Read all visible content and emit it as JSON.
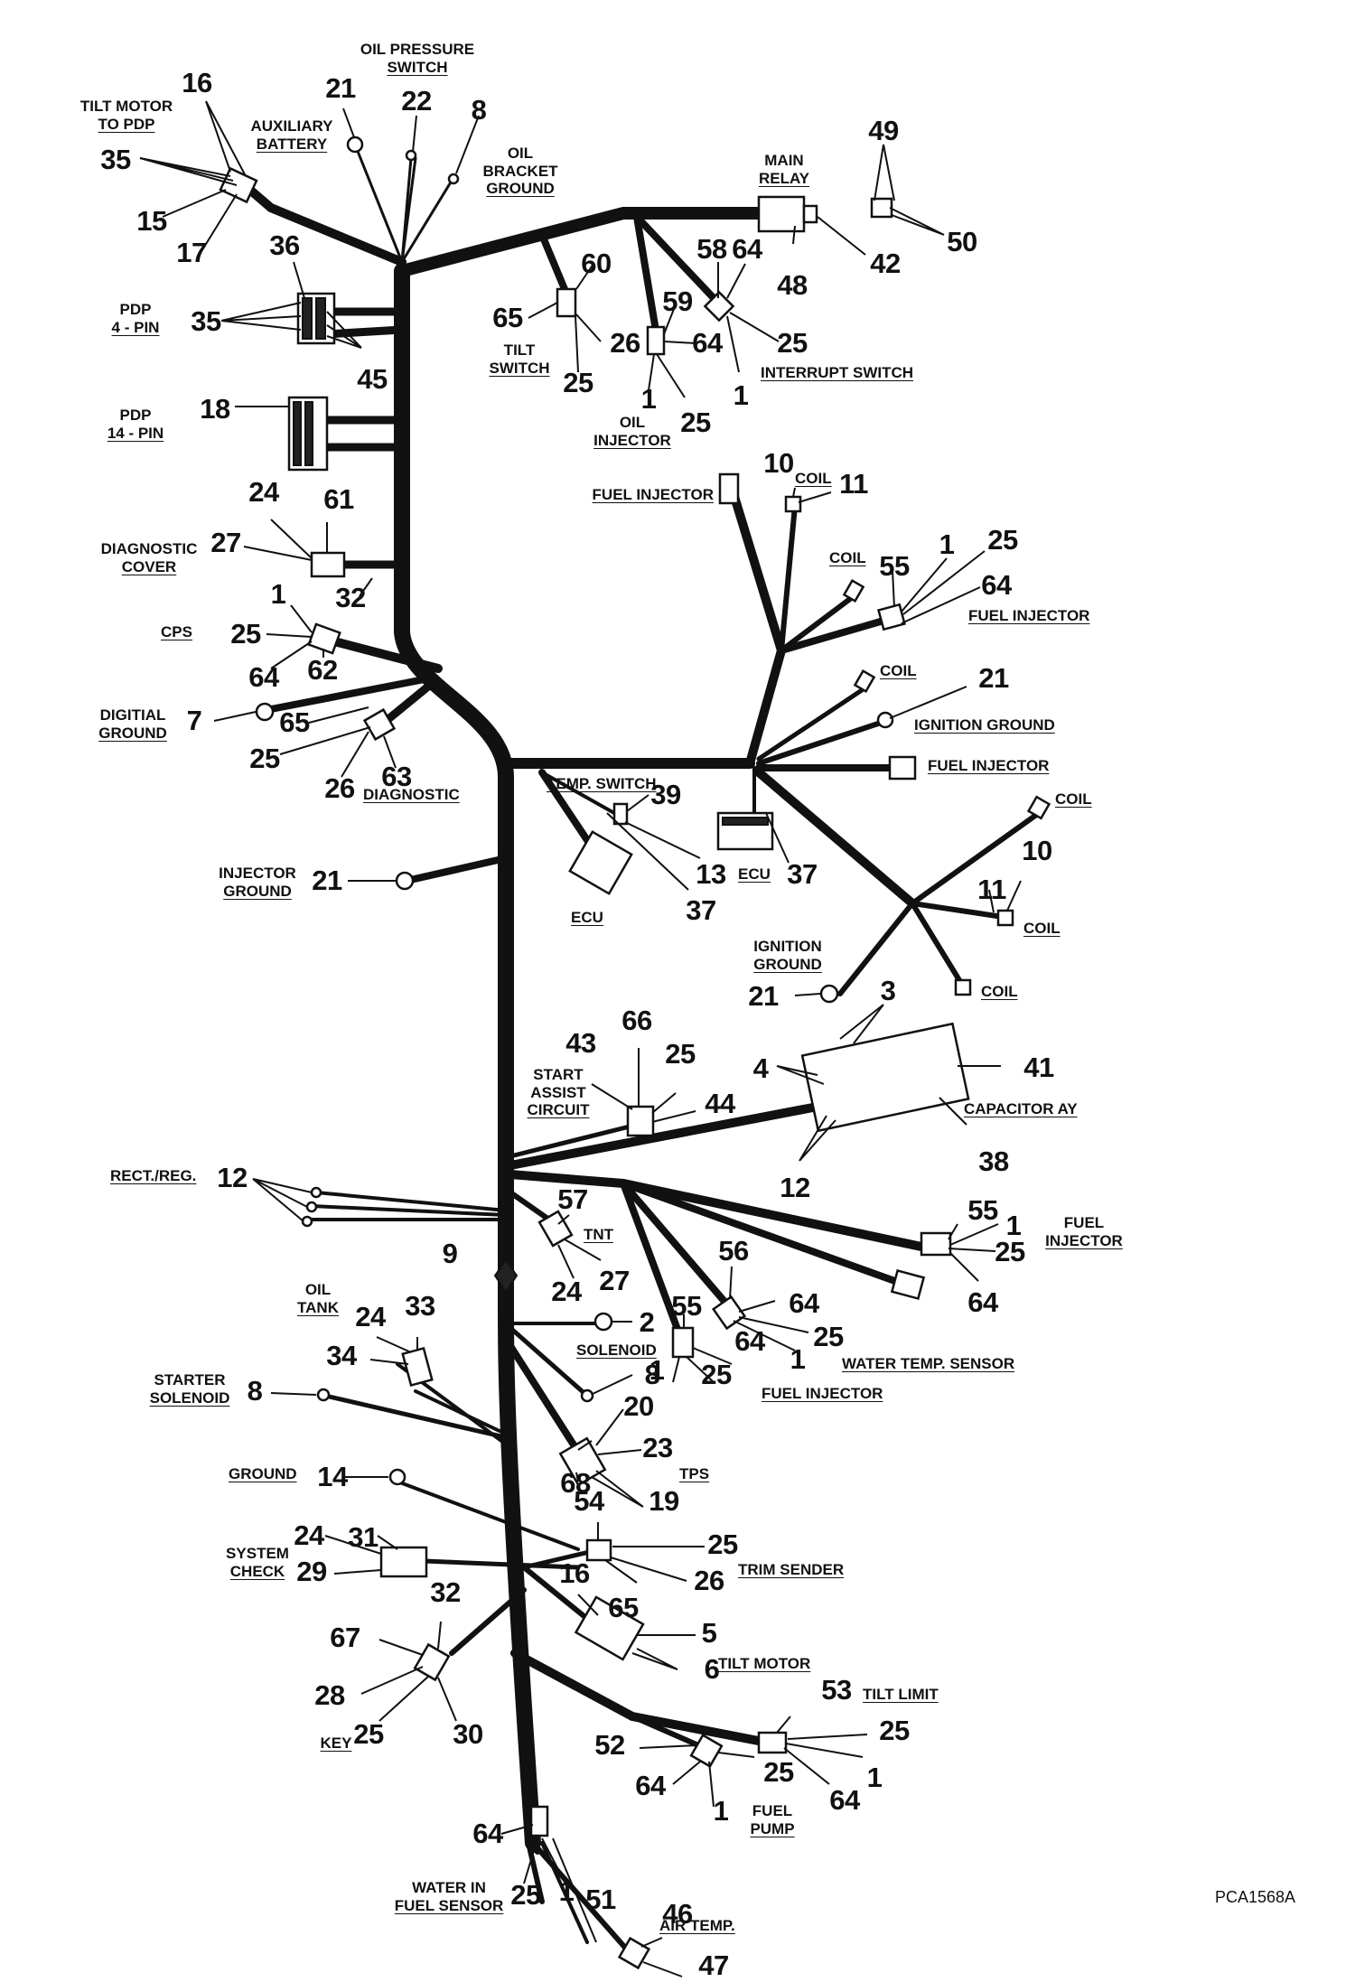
{
  "figure_code": "PCA1568A",
  "component_labels": {
    "tilt_motor_to_pdp": [
      "TILT MOTOR",
      "TO PDP"
    ],
    "oil_pressure_switch": [
      "OIL PRESSURE",
      "SWITCH"
    ],
    "auxiliary_battery": [
      "AUXILIARY",
      "BATTERY"
    ],
    "oil_bracket_ground": [
      "OIL",
      "BRACKET",
      "GROUND"
    ],
    "main_relay": [
      "MAIN",
      "RELAY"
    ],
    "pdp_4_pin": [
      "PDP",
      "4 - PIN"
    ],
    "tilt_switch": [
      "TILT",
      "SWITCH"
    ],
    "interrupt_switch": "INTERRUPT SWITCH",
    "oil_injector": [
      "OIL",
      "INJECTOR"
    ],
    "pdp_14_pin": [
      "PDP",
      "14 - PIN"
    ],
    "fuel_injector_top": "FUEL INJECTOR",
    "coil_1": "COIL",
    "coil_2": "COIL",
    "diagnostic_cover": [
      "DIAGNOSTIC",
      "COVER"
    ],
    "fuel_injector_2": "FUEL INJECTOR",
    "cps": "CPS",
    "coil_3": "COIL",
    "digital_ground": [
      "DIGITIAL",
      "GROUND"
    ],
    "ignition_ground_1": "IGNITION GROUND",
    "fuel_injector_3": "FUEL INJECTOR",
    "diagnostic": "DIAGNOSTIC",
    "temp_switch": "TEMP. SWITCH",
    "coil_4": "COIL",
    "injector_ground": [
      "INJECTOR",
      "GROUND"
    ],
    "ecu_1": "ECU",
    "ecu_2": "ECU",
    "coil_5": "COIL",
    "ignition_ground_2": [
      "IGNITION",
      "GROUND"
    ],
    "coil_6": "COIL",
    "start_assist_circuit": [
      "START",
      "ASSIST",
      "CIRCUIT"
    ],
    "capacitor_ay": "CAPACITOR AY",
    "rect_reg": "RECT./REG.",
    "tnt": "TNT",
    "fuel_injector_4": [
      "FUEL",
      "INJECTOR"
    ],
    "oil_tank": [
      "OIL",
      "TANK"
    ],
    "solenoid": "SOLENOID",
    "water_temp_sensor": "WATER TEMP. SENSOR",
    "starter_solenoid": [
      "STARTER",
      "SOLENOID"
    ],
    "fuel_injector_5": "FUEL INJECTOR",
    "ground": "GROUND",
    "tps": "TPS",
    "system_check": [
      "SYSTEM",
      "CHECK"
    ],
    "trim_sender": "TRIM SENDER",
    "tilt_motor": "TILT MOTOR",
    "key": "KEY",
    "tilt_limit": "TILT LIMIT",
    "fuel_pump": [
      "FUEL",
      "PUMP"
    ],
    "water_in_fuel_sensor": [
      "WATER IN",
      "FUEL SENSOR"
    ],
    "air_temp": "AIR TEMP."
  },
  "callout_numbers": [
    "16",
    "35",
    "15",
    "17",
    "21",
    "22",
    "8",
    "36",
    "35",
    "45",
    "18",
    "24",
    "27",
    "61",
    "32",
    "1",
    "25",
    "64",
    "62",
    "7",
    "65",
    "25",
    "26",
    "63",
    "21",
    "60",
    "65",
    "26",
    "25",
    "59",
    "64",
    "1",
    "25",
    "58",
    "64",
    "25",
    "1",
    "48",
    "42",
    "49",
    "50",
    "10",
    "11",
    "55",
    "1",
    "25",
    "64",
    "21",
    "39",
    "13",
    "37",
    "37",
    "11",
    "10",
    "21",
    "3",
    "43",
    "66",
    "25",
    "44",
    "4",
    "41",
    "38",
    "12",
    "12",
    "57",
    "24",
    "27",
    "55",
    "1",
    "25",
    "64",
    "56",
    "64",
    "25",
    "1",
    "9",
    "55",
    "1",
    "25",
    "64",
    "2",
    "8",
    "20",
    "23",
    "68",
    "19",
    "33",
    "24",
    "34",
    "8",
    "14",
    "31",
    "24",
    "29",
    "54",
    "25",
    "26",
    "65",
    "16",
    "5",
    "6",
    "32",
    "67",
    "28",
    "30",
    "25",
    "53",
    "25",
    "1",
    "64",
    "52",
    "25",
    "64",
    "1",
    "64",
    "25",
    "1",
    "51",
    "46",
    "47"
  ]
}
